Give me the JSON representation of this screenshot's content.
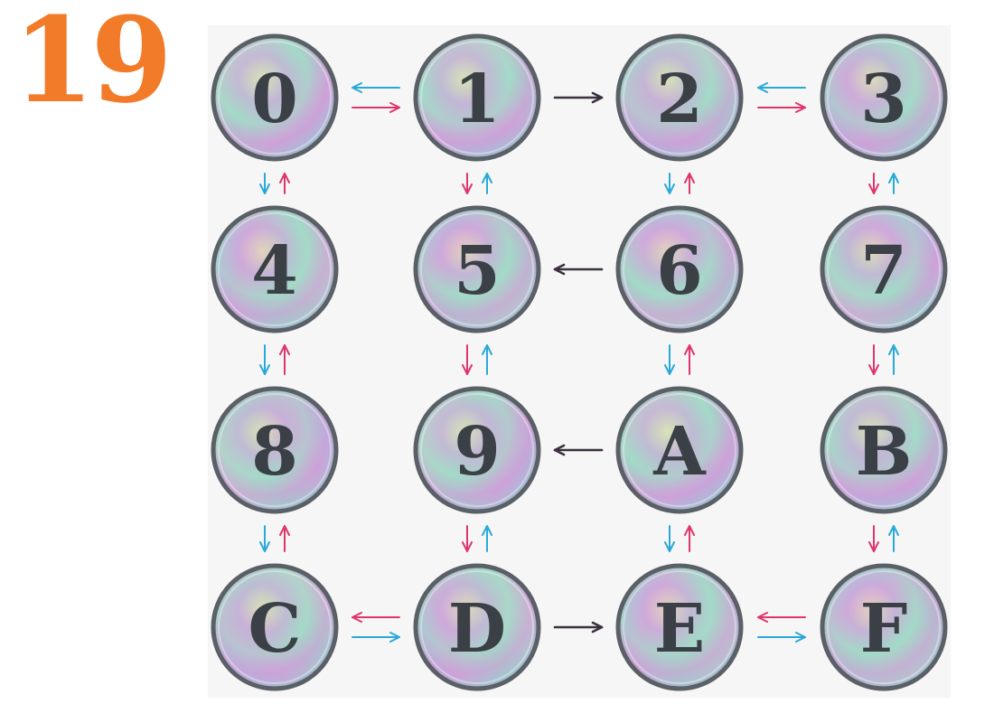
{
  "puzzle_number": "19",
  "colors": {
    "puzzle_number": "#f27b2a",
    "board_background": "#f6f6f6",
    "node_ring": "#5a6066",
    "node_label": "#3b4046",
    "arrow_red": "#e0356b",
    "arrow_blue": "#2aa9d8",
    "arrow_dark": "#3a3040"
  },
  "nodes": [
    {
      "id": "0",
      "label": "0",
      "row": 0,
      "col": 0
    },
    {
      "id": "1",
      "label": "1",
      "row": 0,
      "col": 1
    },
    {
      "id": "2",
      "label": "2",
      "row": 0,
      "col": 2
    },
    {
      "id": "3",
      "label": "3",
      "row": 0,
      "col": 3
    },
    {
      "id": "4",
      "label": "4",
      "row": 1,
      "col": 0
    },
    {
      "id": "5",
      "label": "5",
      "row": 1,
      "col": 1
    },
    {
      "id": "6",
      "label": "6",
      "row": 1,
      "col": 2
    },
    {
      "id": "7",
      "label": "7",
      "row": 1,
      "col": 3
    },
    {
      "id": "8",
      "label": "8",
      "row": 2,
      "col": 0
    },
    {
      "id": "9",
      "label": "9",
      "row": 2,
      "col": 1
    },
    {
      "id": "A",
      "label": "A",
      "row": 2,
      "col": 2
    },
    {
      "id": "B",
      "label": "B",
      "row": 2,
      "col": 3
    },
    {
      "id": "C",
      "label": "C",
      "row": 3,
      "col": 0
    },
    {
      "id": "D",
      "label": "D",
      "row": 3,
      "col": 1
    },
    {
      "id": "E",
      "label": "E",
      "row": 3,
      "col": 2
    },
    {
      "id": "F",
      "label": "F",
      "row": 3,
      "col": 3
    }
  ],
  "arrows": [
    {
      "from": "1",
      "to": "0",
      "color": "blue"
    },
    {
      "from": "0",
      "to": "1",
      "color": "red"
    },
    {
      "from": "1",
      "to": "2",
      "color": "dark"
    },
    {
      "from": "2",
      "to": "3",
      "color": "red"
    },
    {
      "from": "3",
      "to": "2",
      "color": "blue"
    },
    {
      "from": "4",
      "to": "0",
      "color": "red"
    },
    {
      "from": "0",
      "to": "4",
      "color": "blue"
    },
    {
      "from": "1",
      "to": "5",
      "color": "red"
    },
    {
      "from": "5",
      "to": "1",
      "color": "blue"
    },
    {
      "from": "6",
      "to": "2",
      "color": "red"
    },
    {
      "from": "2",
      "to": "6",
      "color": "blue"
    },
    {
      "from": "3",
      "to": "7",
      "color": "red"
    },
    {
      "from": "7",
      "to": "3",
      "color": "blue"
    },
    {
      "from": "6",
      "to": "5",
      "color": "dark"
    },
    {
      "from": "8",
      "to": "4",
      "color": "red"
    },
    {
      "from": "4",
      "to": "8",
      "color": "blue"
    },
    {
      "from": "5",
      "to": "9",
      "color": "red"
    },
    {
      "from": "9",
      "to": "5",
      "color": "blue"
    },
    {
      "from": "A",
      "to": "6",
      "color": "red"
    },
    {
      "from": "6",
      "to": "A",
      "color": "blue"
    },
    {
      "from": "7",
      "to": "B",
      "color": "red"
    },
    {
      "from": "B",
      "to": "7",
      "color": "blue"
    },
    {
      "from": "A",
      "to": "9",
      "color": "dark"
    },
    {
      "from": "C",
      "to": "8",
      "color": "red"
    },
    {
      "from": "8",
      "to": "C",
      "color": "blue"
    },
    {
      "from": "9",
      "to": "D",
      "color": "red"
    },
    {
      "from": "D",
      "to": "9",
      "color": "blue"
    },
    {
      "from": "E",
      "to": "A",
      "color": "red"
    },
    {
      "from": "A",
      "to": "E",
      "color": "blue"
    },
    {
      "from": "B",
      "to": "F",
      "color": "red"
    },
    {
      "from": "F",
      "to": "B",
      "color": "blue"
    },
    {
      "from": "D",
      "to": "C",
      "color": "red"
    },
    {
      "from": "C",
      "to": "D",
      "color": "blue"
    },
    {
      "from": "D",
      "to": "E",
      "color": "dark"
    },
    {
      "from": "E",
      "to": "F",
      "color": "blue"
    },
    {
      "from": "F",
      "to": "E",
      "color": "red"
    }
  ]
}
